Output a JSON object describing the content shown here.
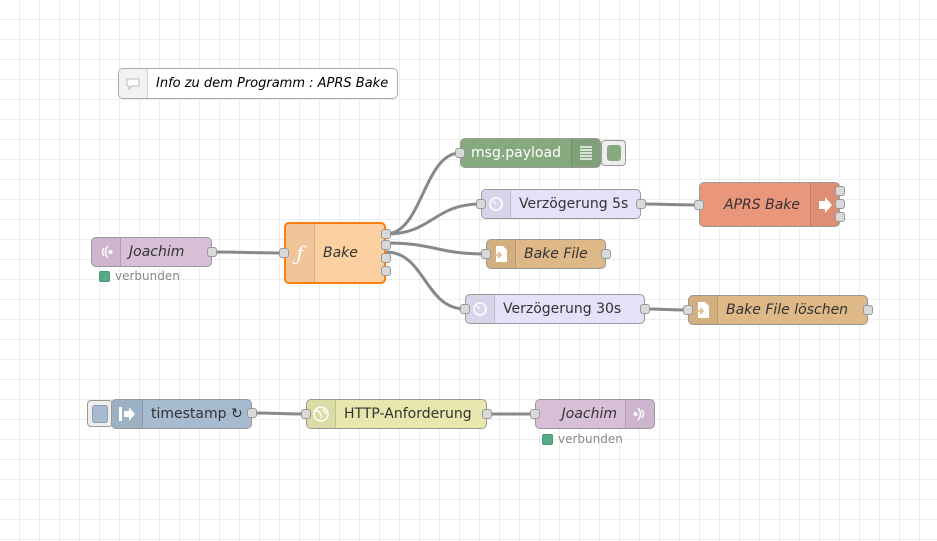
{
  "colors": {
    "canvas_bg": "#ffffff",
    "grid": "#eeeeee",
    "wire": "#888888",
    "selected_border": "#ff7f0e",
    "status_connected": "#55aa88"
  },
  "comment": {
    "label": "Info zu dem Programm : APRS Bake",
    "icon": "comment-icon"
  },
  "nodes": {
    "joachim_in": {
      "label": "Joachim",
      "icon": "radio-wave-icon",
      "color": "#d8bfd8",
      "status": "verbunden"
    },
    "bake_function": {
      "label": "Bake",
      "icon": "function-icon",
      "color": "#fdd0a2",
      "selected": true
    },
    "debug_payload": {
      "label": "msg.payload",
      "icon": "list-icon",
      "color": "#87a980",
      "active_color": "#87a980"
    },
    "delay_5s": {
      "label": "Verzögerung 5s",
      "icon": "timer-icon",
      "color": "#e6e0f8"
    },
    "aprs_bake": {
      "label": "APRS Bake",
      "icon": "arrow-right-icon",
      "color": "#e9967a"
    },
    "bake_file": {
      "label": "Bake File",
      "icon": "file-in-icon",
      "color": "#deb887"
    },
    "delay_30s": {
      "label": "Verzögerung 30s",
      "icon": "timer-icon",
      "color": "#e6e0f8"
    },
    "bake_file_delete": {
      "label": "Bake File löschen",
      "icon": "file-in-icon",
      "color": "#deb887"
    },
    "timestamp_inject": {
      "label": "timestamp ↻",
      "icon": "inject-arrow-icon",
      "color": "#a6bbcf",
      "button_color": "#a6bbcf"
    },
    "http_request": {
      "label": "HTTP-Anforderung",
      "icon": "globe-icon",
      "color": "#e7e7ae"
    },
    "joachim_out": {
      "label": "Joachim",
      "icon": "radio-wave-icon",
      "color": "#d8bfd8",
      "status": "verbunden"
    }
  }
}
